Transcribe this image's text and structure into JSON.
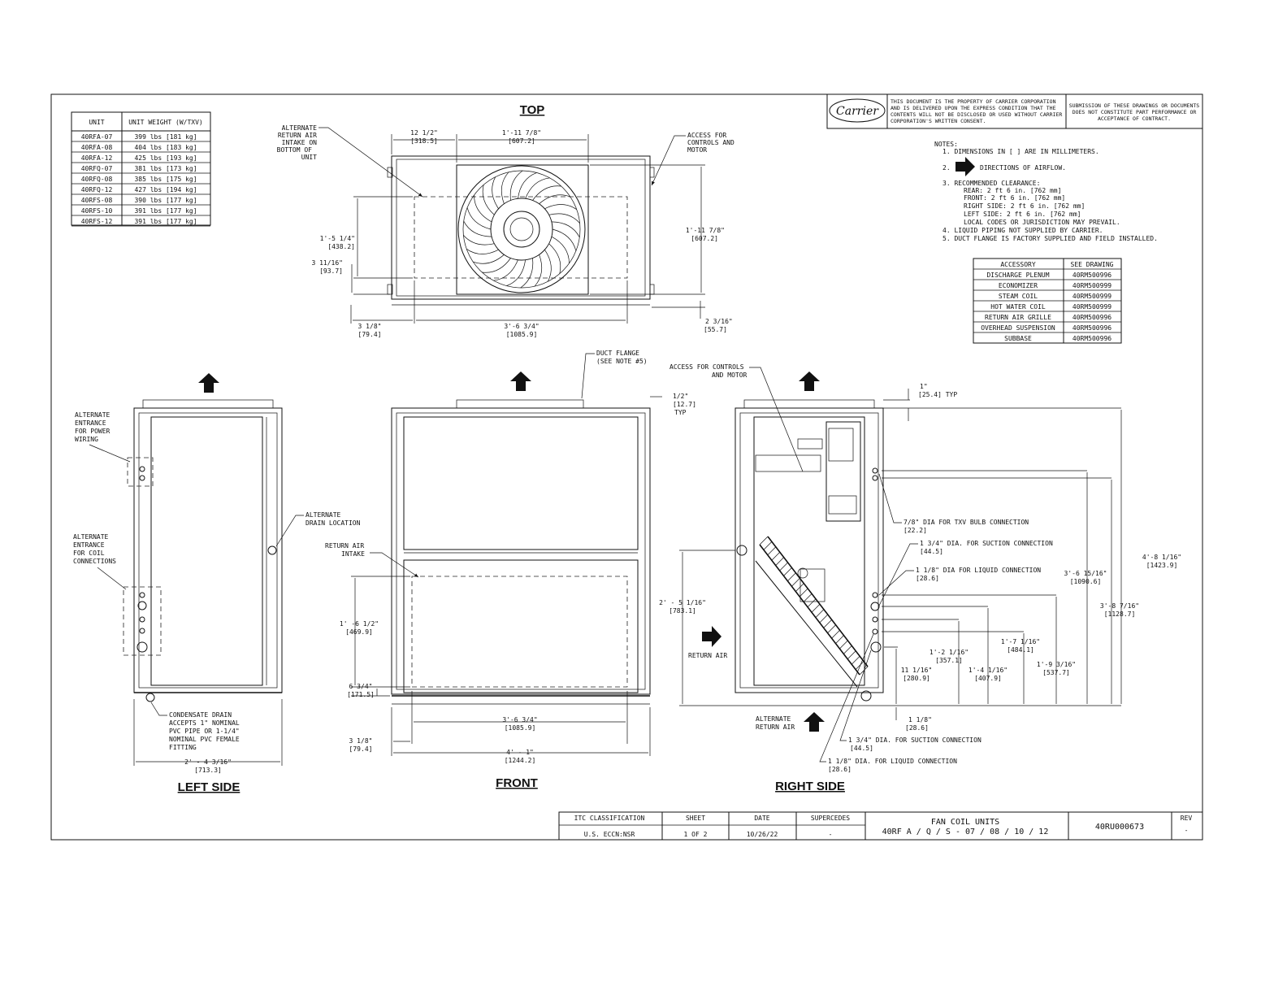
{
  "views": {
    "top": "TOP",
    "front": "FRONT",
    "left_side": "LEFT SIDE",
    "right_side": "RIGHT SIDE"
  },
  "weights": {
    "header_unit": "UNIT",
    "header_weight": "UNIT WEIGHT (W/TXV)",
    "rows": [
      {
        "unit": "40RFA-07",
        "weight": "399 lbs [181 kg]"
      },
      {
        "unit": "40RFA-08",
        "weight": "404 lbs [183 kg]"
      },
      {
        "unit": "40RFA-12",
        "weight": "425 lbs [193 kg]"
      },
      {
        "unit": "40RFQ-07",
        "weight": "381 lbs [173 kg]"
      },
      {
        "unit": "40RFQ-08",
        "weight": "385 lbs [175 kg]"
      },
      {
        "unit": "40RFQ-12",
        "weight": "427 lbs [194 kg]"
      },
      {
        "unit": "40RFS-08",
        "weight": "390 lbs [177 kg]"
      },
      {
        "unit": "40RFS-10",
        "weight": "391 lbs [177 kg]"
      },
      {
        "unit": "40RFS-12",
        "weight": "391 lbs [177 kg]"
      }
    ]
  },
  "header_block": {
    "logo": "Carrier",
    "property": [
      "THIS DOCUMENT IS THE PROPERTY OF CARRIER CORPORATION",
      "AND IS DELIVERED UPON THE EXPRESS CONDITION THAT THE",
      "CONTENTS WILL NOT BE DISCLOSED OR USED WITHOUT CARRIER",
      "CORPORATION'S WRITTEN CONSENT."
    ],
    "submission": [
      "SUBMISSION OF THESE DRAWINGS OR DOCUMENTS",
      "DOES NOT CONSTITUTE PART PERFORMANCE OR",
      "ACCEPTANCE OF CONTRACT."
    ]
  },
  "notes": {
    "title": "NOTES:",
    "n1": "1. DIMENSIONS IN [ ] ARE IN MILLIMETERS.",
    "n2_num": "2.",
    "n2": "DIRECTIONS OF AIRFLOW.",
    "n3": "3. RECOMMENDED CLEARANCE:",
    "n3_lines": [
      "REAR: 2 ft 6 in. [762 mm]",
      "FRONT: 2 ft 6 in. [762 mm]",
      "RIGHT SIDE: 2 ft 6 in. [762 mm]",
      "LEFT SIDE: 2 ft 6 in. [762 mm]",
      "LOCAL CODES OR JURISDICTION MAY PREVAIL."
    ],
    "n4": "4. LIQUID PIPING NOT SUPPLIED BY CARRIER.",
    "n5": "5. DUCT FLANGE IS FACTORY SUPPLIED AND FIELD INSTALLED."
  },
  "accessories": {
    "header_name": "ACCESSORY",
    "header_drawing": "SEE DRAWING",
    "rows": [
      {
        "name": "DISCHARGE PLENUM",
        "drawing": "40RM500996"
      },
      {
        "name": "ECONOMIZER",
        "drawing": "40RM500999"
      },
      {
        "name": "STEAM COIL",
        "drawing": "40RM500999"
      },
      {
        "name": "HOT WATER COIL",
        "drawing": "40RM500999"
      },
      {
        "name": "RETURN AIR GRILLE",
        "drawing": "40RM500996"
      },
      {
        "name": "OVERHEAD SUSPENSION",
        "drawing": "40RM500996"
      },
      {
        "name": "SUBBASE",
        "drawing": "40RM500996"
      }
    ]
  },
  "top_labels": {
    "alt_return": [
      "ALTERNATE",
      "RETURN AIR",
      "INTAKE ON",
      "BOTTOM OF",
      "UNIT"
    ],
    "access": [
      "ACCESS FOR",
      "CONTROLS AND",
      "MOTOR"
    ],
    "d1": "12 1/2\"",
    "d1m": "[318.5]",
    "d2": "1'-11 7/8\"",
    "d2m": "[607.2]",
    "d3": "1'-5 1/4\"",
    "d3m": "[438.2]",
    "d4": "3 11/16\"",
    "d4m": "[93.7]",
    "d5": "1'-11 7/8\"",
    "d5m": "[607.2]",
    "d6": "3 1/8\"",
    "d6m": "[79.4]",
    "d7": "3'-6 3/4\"",
    "d7m": "[1085.9]",
    "d8": "2 3/16\"",
    "d8m": "[55.7]"
  },
  "left_labels": {
    "power": [
      "ALTERNATE",
      "ENTRANCE",
      "FOR POWER",
      "WIRING"
    ],
    "coil": [
      "ALTERNATE",
      "ENTRANCE",
      "FOR COIL",
      "CONNECTIONS"
    ],
    "drain_alt": [
      "ALTERNATE",
      "DRAIN LOCATION"
    ],
    "condensate": [
      "CONDENSATE DRAIN",
      "ACCEPTS 1\" NOMINAL",
      "PVC PIPE OR 1-1/4\"",
      "NOMINAL PVC FEMALE",
      "FITTING"
    ],
    "width": "2' - 4 3/16\"",
    "widthm": "[713.3]"
  },
  "front_labels": {
    "duct": [
      "DUCT FLANGE",
      "(SEE NOTE #5)"
    ],
    "half": "1/2\"",
    "halfm": "[12.7]",
    "typ": "TYP",
    "return_intake": [
      "RETURN AIR",
      "INTAKE"
    ],
    "d1": "1' -6 1/2\"",
    "d1m": "[469.9]",
    "d2": "6 3/4\"",
    "d2m": "[171.5]",
    "d3": "3'-6 3/4\"",
    "d3m": "[1085.9]",
    "d4": "3 1/8\"",
    "d4m": "[79.4]",
    "d5": "4' - 1\"",
    "d5m": "[1244.2]"
  },
  "right_labels": {
    "access": [
      "ACCESS FOR CONTROLS",
      "AND MOTOR"
    ],
    "one": "1\"",
    "onem": "[25.4] TYP",
    "txv": "7/8\" DIA FOR TXV BULB CONNECTION",
    "txvm": "[22.2]",
    "suction": "1 3/4\" DIA. FOR SUCTION CONNECTION",
    "suctionm": "[44.5]",
    "liquid": "1 1/8\" DIA FOR LIQUID CONNECTION",
    "liquidm": "[28.6]",
    "h1": "2' - 5 1/16\"",
    "h1m": "[783.1]",
    "return_air": "RETURN AIR",
    "alt_return": [
      "ALTERNATE",
      "RETURN AIR"
    ],
    "r1": "4'-8 1/16\"",
    "r1m": "[1423.9]",
    "r2": "3'-6 15/16\"",
    "r2m": "[1090.6]",
    "r3": "3'-8 7/16\"",
    "r3m": "[1128.7]",
    "r4": "1'-7 1/16\"",
    "r4m": "[484.1]",
    "r5": "1'-2 1/16\"",
    "r5m": "[357.1]",
    "r6": "11 1/16\"",
    "r6m": "[280.9]",
    "r7": "1'-4 1/16\"",
    "r7m": "[407.9]",
    "r8": "1'-9 3/16\"",
    "r8m": "[537.7]",
    "b1": "1 1/8\"",
    "b1m": "[28.6]",
    "b2": "1 3/4\" DIA. FOR SUCTION CONNECTION",
    "b2m": "[44.5]",
    "b3": "1 1/8\" DIA. FOR LIQUID CONNECTION",
    "b3m": "[28.6]"
  },
  "title_block": {
    "itc_h": "ITC CLASSIFICATION",
    "itc_v": "U.S. ECCN:NSR",
    "sheet_h": "SHEET",
    "sheet_v": "1 OF 2",
    "date_h": "DATE",
    "date_v": "10/26/22",
    "super_h": "SUPERCEDES",
    "super_v": "-",
    "desc1": "FAN COIL UNITS",
    "desc2": "40RF A / Q / S - 07 / 08 / 10 / 12",
    "dwg": "40RU000673",
    "rev_h": "REV",
    "rev_v": "-"
  }
}
